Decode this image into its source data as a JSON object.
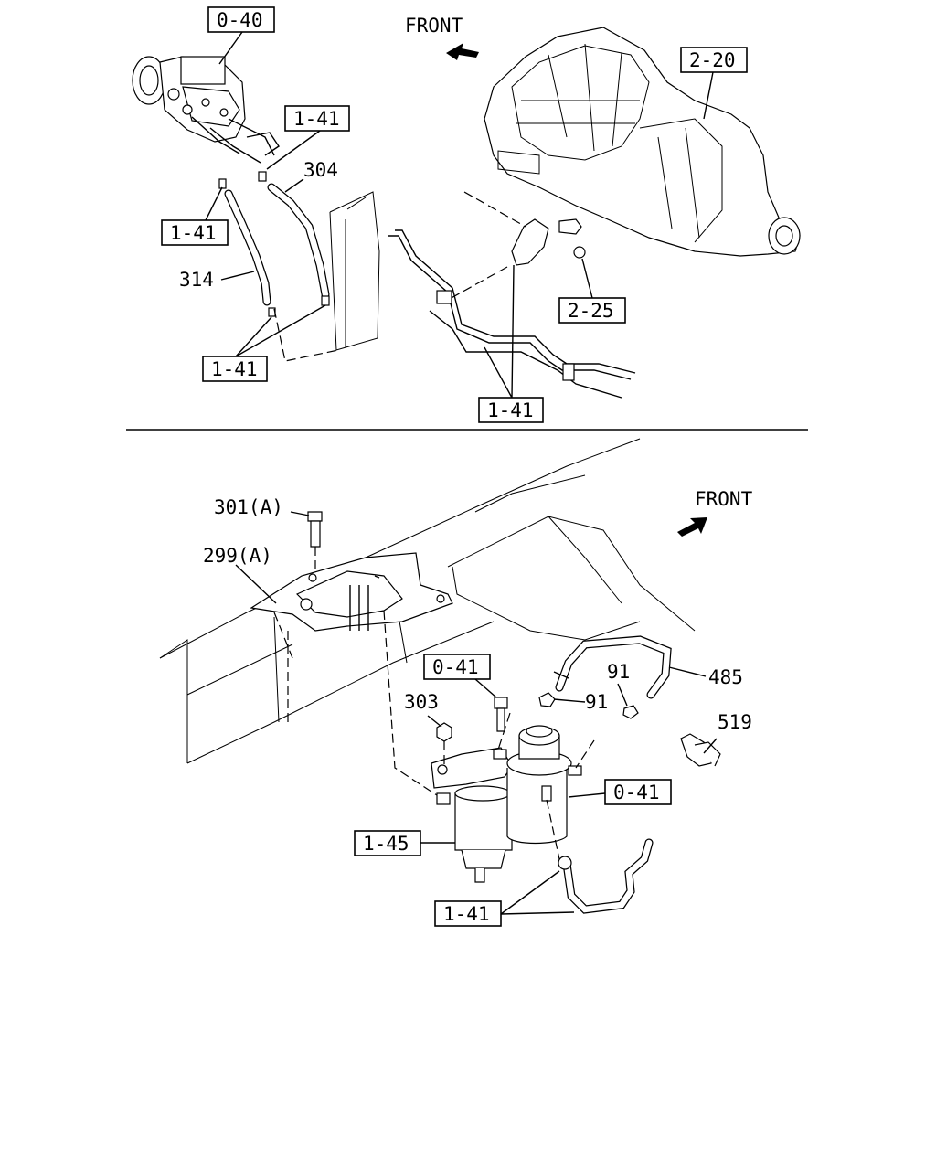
{
  "upper": {
    "front_label": "FRONT",
    "callouts": {
      "ref_0_40": "0-40",
      "ref_1_41_top": "1-41",
      "ref_2_20": "2-20",
      "part_304": "304",
      "ref_1_41_left": "1-41",
      "part_314": "314",
      "ref_2_25": "2-25",
      "ref_1_41_lower_left": "1-41",
      "ref_1_41_lower_right": "1-41"
    }
  },
  "lower": {
    "front_label": "FRONT",
    "callouts": {
      "part_301a": "301(A)",
      "part_299a": "299(A)",
      "ref_0_41_top": "0-41",
      "part_303": "303",
      "part_91_a": "91",
      "part_91_b": "91",
      "part_485": "485",
      "part_519": "519",
      "ref_0_41_right": "0-41",
      "ref_1_45": "1-45",
      "ref_1_41_bottom": "1-41"
    }
  },
  "icons": {
    "front_arrow": "front-arrow-icon"
  }
}
